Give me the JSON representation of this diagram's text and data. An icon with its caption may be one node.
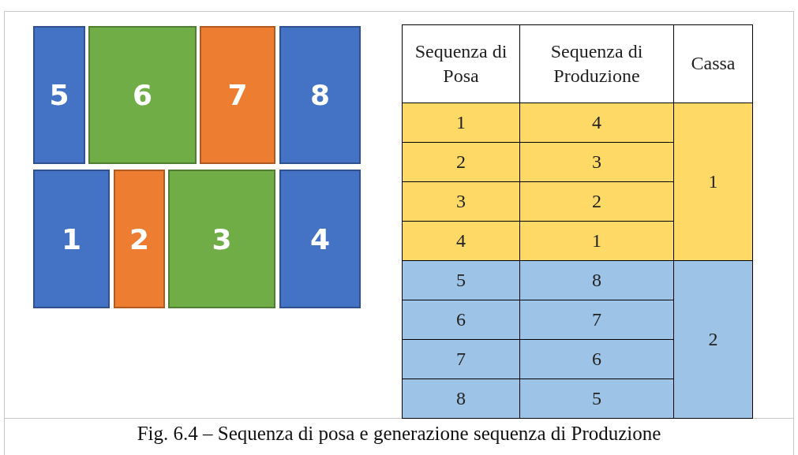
{
  "diagram": {
    "caption": "Fig. 6.4 – Sequenza di posa e generazione sequenza di Produzione",
    "nodes": [
      {
        "text": [
          "5"
        ]
      },
      {
        "text": [
          "6"
        ]
      },
      {
        "text": [
          "7"
        ]
      },
      {
        "text": [
          "8"
        ]
      },
      {
        "text": [
          "1"
        ]
      },
      {
        "text": [
          "2"
        ]
      },
      {
        "text": [
          "3"
        ]
      },
      {
        "text": [
          "4"
        ]
      }
    ],
    "labels": [
      "Sequenza di Posa",
      "Sequenza di Produzione",
      "Cassa",
      "1",
      "4",
      "1",
      "2",
      "3",
      "3",
      "2",
      "4",
      "1",
      "5",
      "8",
      "2",
      "6",
      "7",
      "7",
      "6",
      "8",
      "5"
    ]
  }
}
